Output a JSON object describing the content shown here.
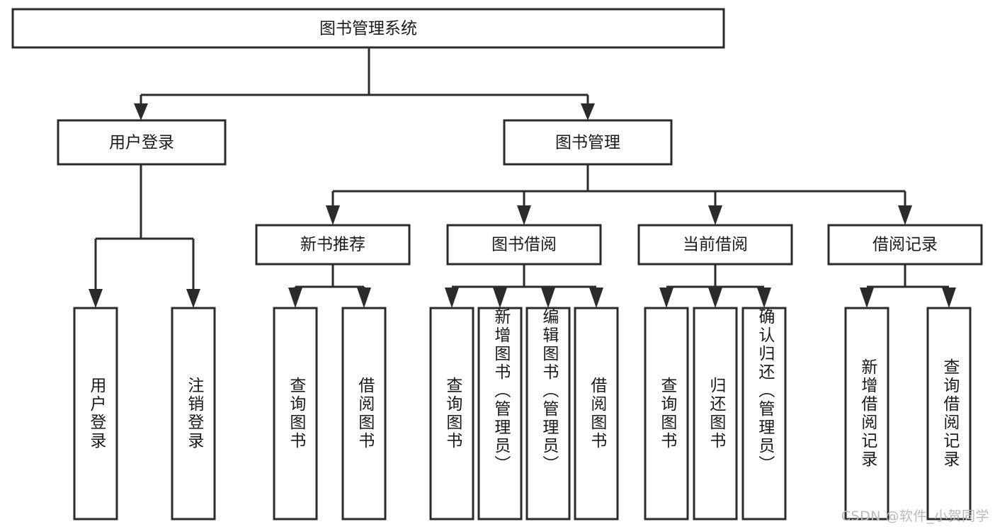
{
  "diagram": {
    "title": "图书管理系统",
    "type": "hierarchy-tree",
    "orientation": "top-down",
    "watermark": "CSDN @软件_小贺同学",
    "colors": {
      "box_fill": "#ffffff",
      "box_stroke": "#2b2b2b",
      "connector": "#2b2b2b",
      "text": "#1a1a1a",
      "background": "#ffffff",
      "watermark": "#b9b9b9"
    },
    "levels": {
      "root": "图书管理系统",
      "level2": [
        "用户登录",
        "图书管理"
      ],
      "level3": [
        "新书推荐",
        "图书借阅",
        "当前借阅",
        "借阅记录"
      ]
    },
    "nodes": {
      "root": {
        "label": "图书管理系统"
      },
      "user_login": {
        "label": "用户登录"
      },
      "book_manage": {
        "label": "图书管理"
      },
      "new_book_rec": {
        "label": "新书推荐"
      },
      "book_borrow": {
        "label": "图书借阅"
      },
      "current_borrow": {
        "label": "当前借阅"
      },
      "borrow_record": {
        "label": "借阅记录"
      }
    },
    "leaves": {
      "user_login": [
        {
          "label": "用户登录"
        },
        {
          "label": "注销登录"
        }
      ],
      "new_book_rec": [
        {
          "label": "查询图书"
        },
        {
          "label": "借阅图书"
        }
      ],
      "book_borrow": [
        {
          "label": "查询图书"
        },
        {
          "label": "新增图书（管理员）"
        },
        {
          "label": "编辑图书（管理员）"
        },
        {
          "label": "借阅图书"
        }
      ],
      "current_borrow": [
        {
          "label": "查询图书"
        },
        {
          "label": "归还图书"
        },
        {
          "label": "确认归还（管理员）"
        }
      ],
      "borrow_record": [
        {
          "label": "新增借阅记录"
        },
        {
          "label": "查询借阅记录"
        }
      ]
    }
  }
}
